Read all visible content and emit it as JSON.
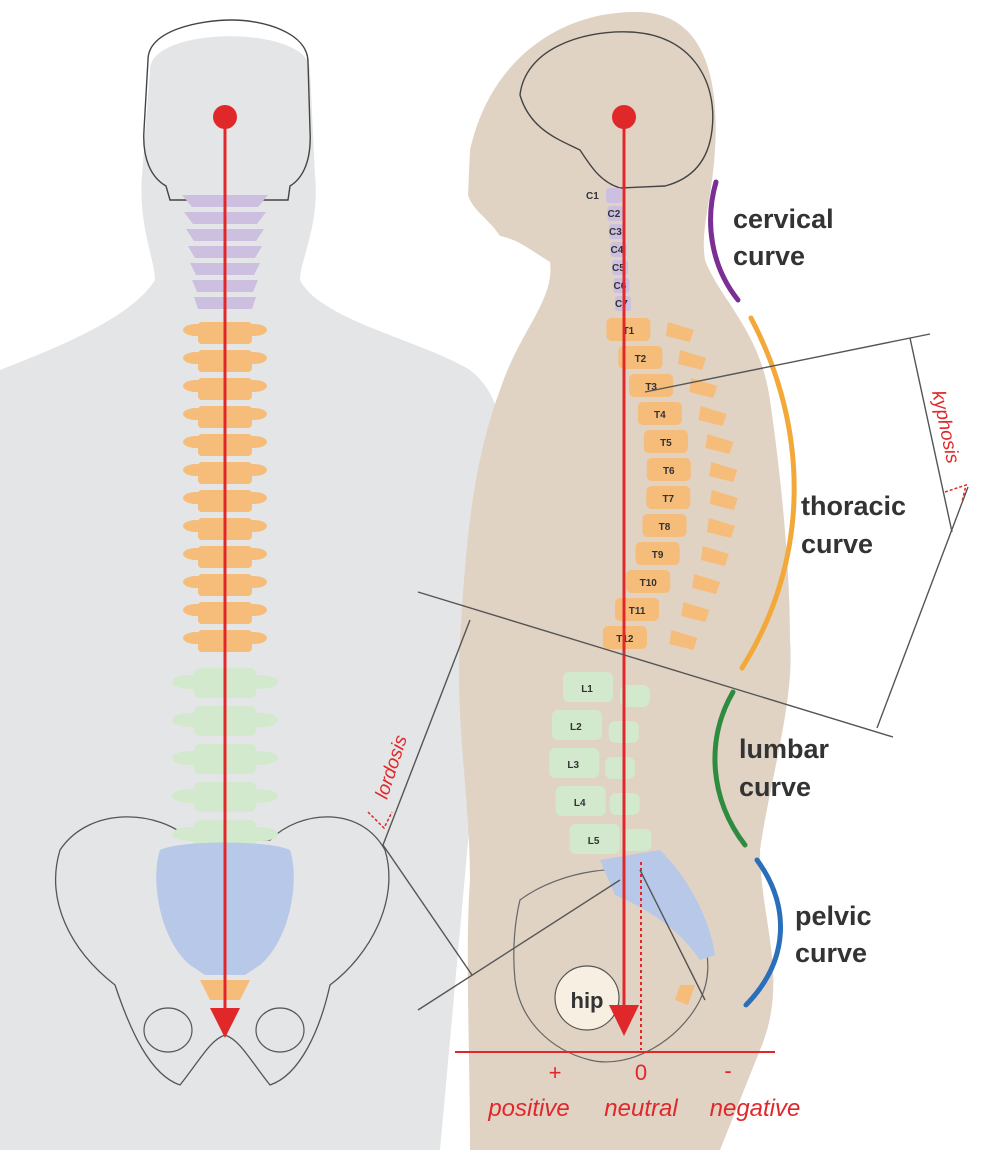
{
  "labels": {
    "cervical_curve": [
      "cervical",
      "curve"
    ],
    "thoracic_curve": [
      "thoracic",
      "curve"
    ],
    "lumbar_curve": [
      "lumbar",
      "curve"
    ],
    "pelvic_curve": [
      "pelvic",
      "curve"
    ],
    "kyphosis": "kyphosis",
    "lordosis": "lordosis",
    "hip": "hip"
  },
  "vertebrae": {
    "cervical": [
      "C1",
      "C2",
      "C3",
      "C4",
      "C5",
      "C6",
      "C7"
    ],
    "thoracic": [
      "T1",
      "T2",
      "T3",
      "T4",
      "T5",
      "T6",
      "T7",
      "T8",
      "T9",
      "T10",
      "T11",
      "T12"
    ],
    "lumbar": [
      "L1",
      "L2",
      "L3",
      "L4",
      "L5"
    ]
  },
  "axis": {
    "marks": [
      "+",
      "0",
      "-"
    ],
    "words": [
      "positive",
      "neutral",
      "negative"
    ]
  },
  "colors": {
    "cervical": "#cdbfe0",
    "thoracic": "#f6bc7a",
    "lumbar": "#d3e9cd",
    "sacrum": "#b7c8e8",
    "cervical_curve": "#7b2e93",
    "thoracic_curve": "#f3a93a",
    "lumbar_curve": "#2e8b3f",
    "pelvic_curve": "#2a6fba",
    "plumb_line": "#e0282b",
    "front_body": "#e4e5e6",
    "side_body": "#e0d3c4"
  }
}
